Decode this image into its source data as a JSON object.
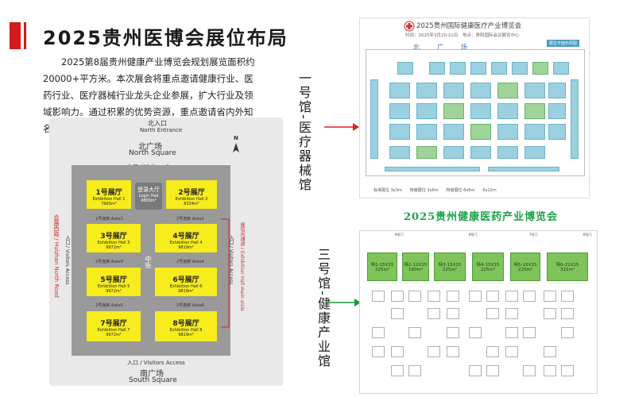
{
  "title": "2025贵州医博会展位布局",
  "intro": "2025第8届贵州健康产业博览会规划展览面积约20000+平方米。本次展会将重点邀请健康行业、医药行业、医疗器械行业龙头企业参展，扩大行业及领域影响力。通过积累的优势资源，重点邀请省内外知名企业参展。",
  "left_plan": {
    "north_entrance_cn": "北入口",
    "north_entrance_en": "North Entrance",
    "north_square_cn": "北广场",
    "north_square_en": "North Square",
    "visitor_top": "入口 / Visitors Access",
    "visitor_bottom": "入口 / Visitors Access",
    "south_square_cn": "南广场",
    "south_square_en": "South Square",
    "logan_cn": "登录大厅",
    "logan_en": "Login Hall",
    "logan_area": "4800m²",
    "center_aisle": "中街",
    "road_left": "会展西路 / Huizhan North Road",
    "left_access": "入口 / Visitors Access",
    "right_access": "入口 / Visitors Access",
    "right_vert": "展馆内通道 / Exhibition Hall main aisle",
    "n_mark": "N",
    "halls": [
      {
        "name": "1号展厅",
        "en": "Exhibition Hall 1",
        "area": "7665m²"
      },
      {
        "name": "2号展厅",
        "en": "Exhibition Hall 2",
        "area": "8334m²"
      },
      {
        "name": "3号展厅",
        "en": "Exhibition Hall 3",
        "area": "9972m²"
      },
      {
        "name": "4号展厅",
        "en": "Exhibition Hall 4",
        "area": "9819m²"
      },
      {
        "name": "5号展厅",
        "en": "Exhibition Hall 5",
        "area": "9972m²"
      },
      {
        "name": "6号展厅",
        "en": "Exhibition Hall 6",
        "area": "9819m²"
      },
      {
        "name": "7号展厅",
        "en": "Exhibition Hall 7",
        "area": "9972m²"
      },
      {
        "name": "8号展厅",
        "en": "Exhibition Hall 8",
        "area": "9819m²"
      }
    ],
    "aisles": [
      "1号连廊 Aisle1",
      "2号连廊 Aisle2",
      "2号连廊 Aisle3",
      "2号连廊 Aisle4",
      "2号连廊 Aisle5",
      "2号连廊 Aisle6"
    ]
  },
  "label_hall1": "一号馆-医疗器械馆",
  "label_hall3": "三号馆-健康产业馆",
  "plan1": {
    "title": "2025贵州国际健康医疗产业博览会",
    "sub": "时间：2025年3月20-22日　地点：贵阳国际会议展览中心",
    "north_text": "北　　广　　场",
    "legend": "标准展位 3x3m　　特装展位 3x6m　　特装展位 6x6m　　6x12m",
    "badge": "展位平面布局图"
  },
  "plan2": {
    "title": "2025贵州健康医药产业博览会",
    "big_booths": [
      {
        "id": "特1-15X15",
        "area": "225m²"
      },
      {
        "id": "特2-12X15",
        "area": "180m²"
      },
      {
        "id": "特3-15X15",
        "area": "225m²"
      },
      {
        "id": "特4-15X15",
        "area": "225m²"
      },
      {
        "id": "特5-15X15",
        "area": "225m²"
      },
      {
        "id": "特6-21X15",
        "area": "315m²"
      }
    ],
    "gates": [
      "9号门",
      "8号门",
      "7号门",
      "6号门"
    ]
  },
  "colors": {
    "accent_red": "#d41a1a",
    "hall_yellow": "#f7ec1c",
    "green_title": "#1aa34a",
    "arrow_red": "#e02020",
    "arrow_green": "#1a9a3a"
  }
}
